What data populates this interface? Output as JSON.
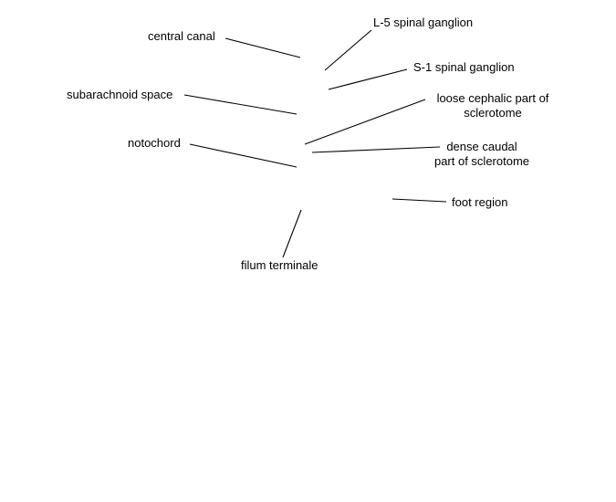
{
  "labels": {
    "central_canal": "central canal",
    "l5_spinal_ganglion": "L-5 spinal ganglion",
    "s1_spinal_ganglion": "S-1 spinal ganglion",
    "subarachnoid_space": "subarachnoid space",
    "loose_cephalic_sclerotome": {
      "line1": "loose cephalic part of",
      "line2": "sclerotome"
    },
    "notochord": "notochord",
    "dense_caudal_sclerotome": {
      "line1": "dense caudal",
      "line2": "part of sclerotome"
    },
    "foot_region": "foot region",
    "filum_terminale": "filum terminale"
  }
}
